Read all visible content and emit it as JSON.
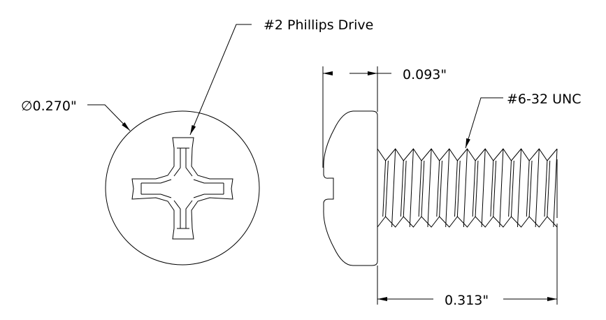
{
  "labels": {
    "drive": "#2 Phillips Drive",
    "diameter": "∅0.270\"",
    "head_height": "0.093\"",
    "thread": "#6-32 UNC",
    "length": "0.313\""
  }
}
